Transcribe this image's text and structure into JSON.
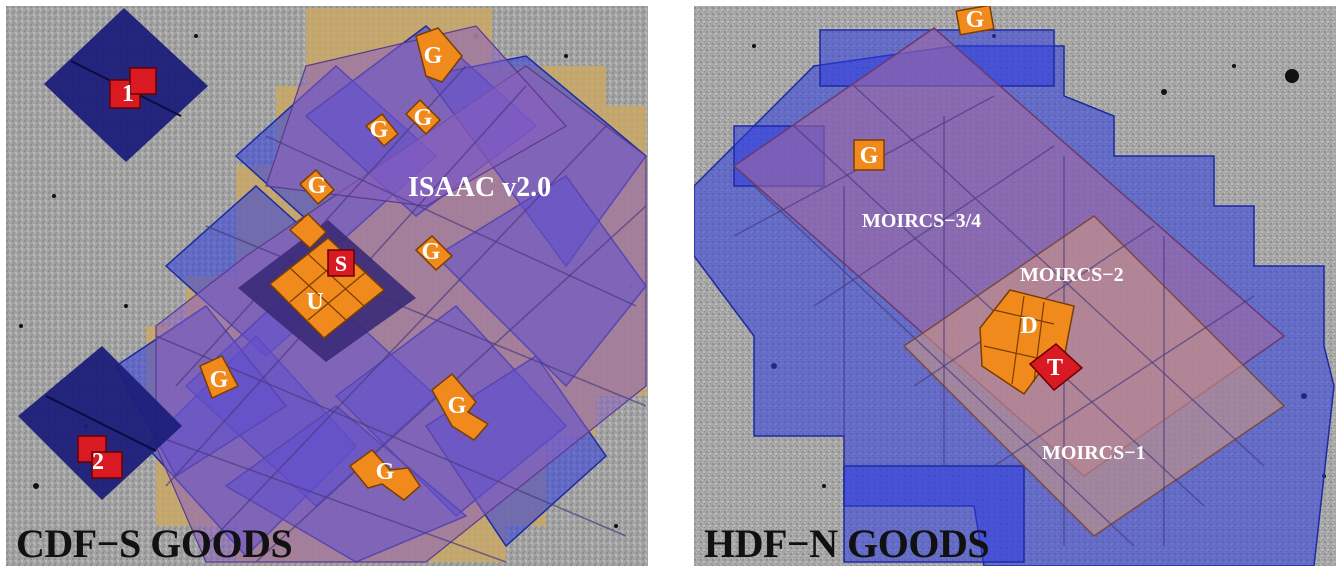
{
  "panels": {
    "left": {
      "title": "CDF−S GOODS",
      "field_label": "ISAAC v2.0",
      "marker_labels": [
        "1",
        "2",
        "S",
        "U",
        "G"
      ]
    },
    "right": {
      "title": "HDF−N GOODS",
      "field_labels": [
        "MOIRCS−3/4",
        "MOIRCS−2",
        "MOIRCS−1"
      ],
      "marker_labels": [
        "G",
        "D",
        "T"
      ]
    }
  },
  "colors": {
    "background_field": "#9a9a9a",
    "blue_tiles": "#2d3de0",
    "violet_overlay": "#8a5fc0",
    "tan_overlay": "#c9a866",
    "orange_squares": "#f08a1c",
    "red_squares": "#d91a22",
    "dark_navy": "#1c1f7a"
  }
}
